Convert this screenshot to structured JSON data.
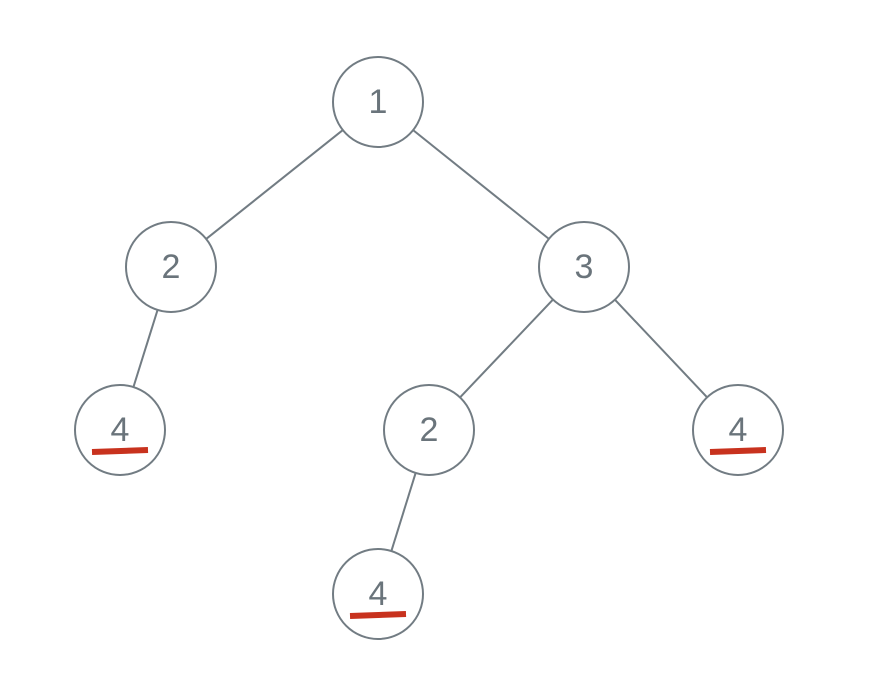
{
  "tree": {
    "nodes": [
      {
        "id": "n1",
        "label": "1",
        "highlighted": false
      },
      {
        "id": "n2",
        "label": "2",
        "highlighted": false
      },
      {
        "id": "n3",
        "label": "3",
        "highlighted": false
      },
      {
        "id": "n4a",
        "label": "4",
        "highlighted": true
      },
      {
        "id": "n2b",
        "label": "2",
        "highlighted": false
      },
      {
        "id": "n4b",
        "label": "4",
        "highlighted": true
      },
      {
        "id": "n4c",
        "label": "4",
        "highlighted": true
      }
    ],
    "edges": [
      {
        "from": "n1",
        "to": "n2"
      },
      {
        "from": "n1",
        "to": "n3"
      },
      {
        "from": "n2",
        "to": "n4a"
      },
      {
        "from": "n3",
        "to": "n2b"
      },
      {
        "from": "n3",
        "to": "n4b"
      },
      {
        "from": "n2b",
        "to": "n4c"
      }
    ],
    "colors": {
      "stroke": "#727c83",
      "text": "#6a747b",
      "highlight": "#c8321e",
      "background": "#ffffff"
    }
  }
}
